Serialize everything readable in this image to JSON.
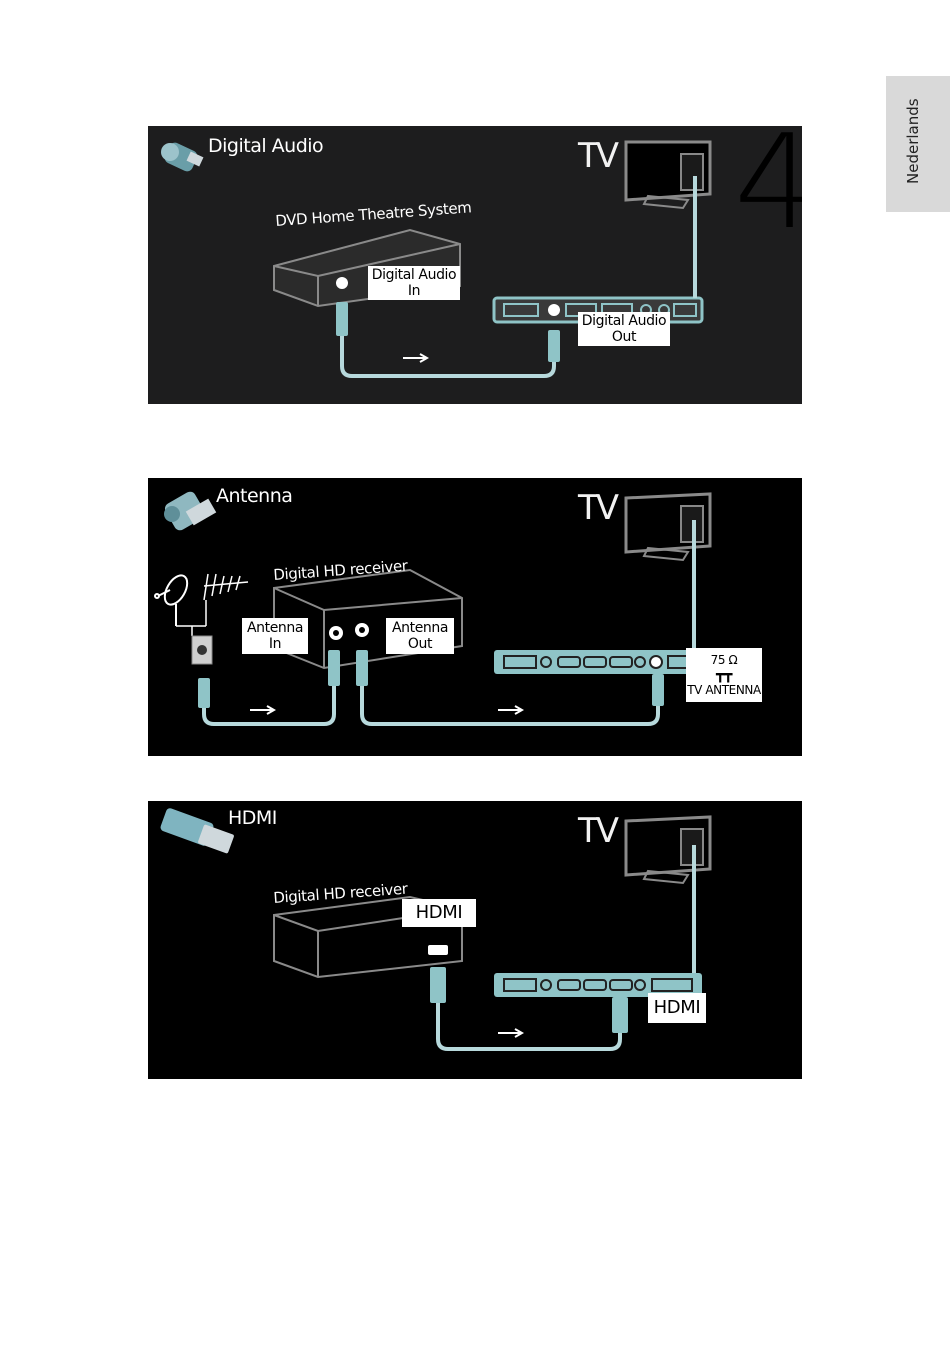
{
  "language_tab": "Nederlands",
  "chapter_number": "4",
  "panels": [
    {
      "title": "Digital Audio",
      "tv_label": "TV",
      "device_label": "DVD Home Theatre System",
      "callouts": {
        "device": [
          "Digital Audio",
          "In"
        ],
        "tv": [
          "Digital Audio",
          "Out"
        ]
      }
    },
    {
      "title": "Antenna",
      "tv_label": "TV",
      "device_label": "Digital HD receiver",
      "callouts": {
        "in": [
          "Antenna",
          "In"
        ],
        "out": [
          "Antenna",
          "Out"
        ],
        "tv": [
          "75 Ω",
          "TV ANTENNA"
        ]
      }
    },
    {
      "title": "HDMI",
      "tv_label": "TV",
      "device_label": "Digital HD receiver",
      "callouts": {
        "device": "HDMI",
        "tv": "HDMI"
      }
    }
  ],
  "colors": {
    "cable": "#b7d9dc",
    "connector": "#8fc4c7",
    "panel_bg": "#000000",
    "panel1_bg": "#1d1d1e",
    "lang_tab_bg": "#d9d9d9"
  }
}
